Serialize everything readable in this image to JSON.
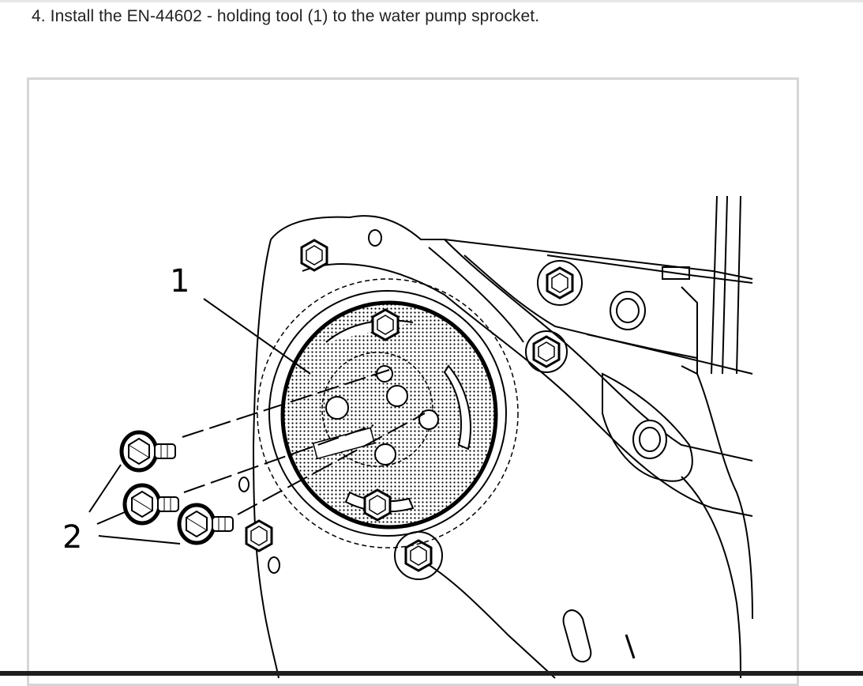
{
  "instruction": {
    "text": "4. Install the EN-44602 - holding tool (1) to the water pump sprocket."
  },
  "figure": {
    "callouts": [
      {
        "label": "1",
        "refers_to": "holding tool"
      },
      {
        "label": "2",
        "refers_to": "bolts"
      }
    ]
  },
  "colors": {
    "text": "#222222",
    "frame_border": "#d6d6d6",
    "line_art": "#000000",
    "bottom_bar": "#1e1e1e"
  }
}
